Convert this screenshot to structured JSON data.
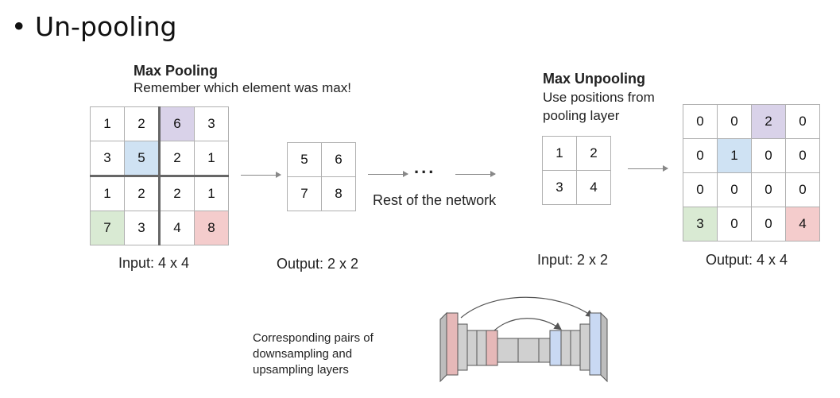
{
  "title": "Un-pooling",
  "bullet": "•",
  "max_pooling": {
    "heading": "Max Pooling",
    "subheading": "Remember which element was max!",
    "input_grid": [
      [
        "1",
        "2",
        "6",
        "3"
      ],
      [
        "3",
        "5",
        "2",
        "1"
      ],
      [
        "1",
        "2",
        "2",
        "1"
      ],
      [
        "7",
        "3",
        "4",
        "8"
      ]
    ],
    "input_label": "Input: 4 x 4",
    "output_grid": [
      [
        "5",
        "6"
      ],
      [
        "7",
        "8"
      ]
    ],
    "output_label": "Output: 2 x 2"
  },
  "middle": {
    "dots": "...",
    "rest_label": "Rest of the network"
  },
  "max_unpooling": {
    "heading": "Max Unpooling",
    "subheading_line1": "Use positions from",
    "subheading_line2": "pooling layer",
    "input_grid": [
      [
        "1",
        "2"
      ],
      [
        "3",
        "4"
      ]
    ],
    "input_label": "Input: 2 x 2",
    "output_grid": [
      [
        "0",
        "0",
        "2",
        "0"
      ],
      [
        "0",
        "1",
        "0",
        "0"
      ],
      [
        "0",
        "0",
        "0",
        "0"
      ],
      [
        "3",
        "0",
        "0",
        "4"
      ]
    ],
    "output_label": "Output: 4 x 4"
  },
  "caption": {
    "line1": "Corresponding pairs of",
    "line2": "downsampling and",
    "line3": "upsampling layers"
  },
  "colors": {
    "purple": "#d9d2e9",
    "blue": "#cfe2f3",
    "green": "#d9ead3",
    "red": "#f4cccc",
    "layer_gray": "#d0d0d0"
  }
}
